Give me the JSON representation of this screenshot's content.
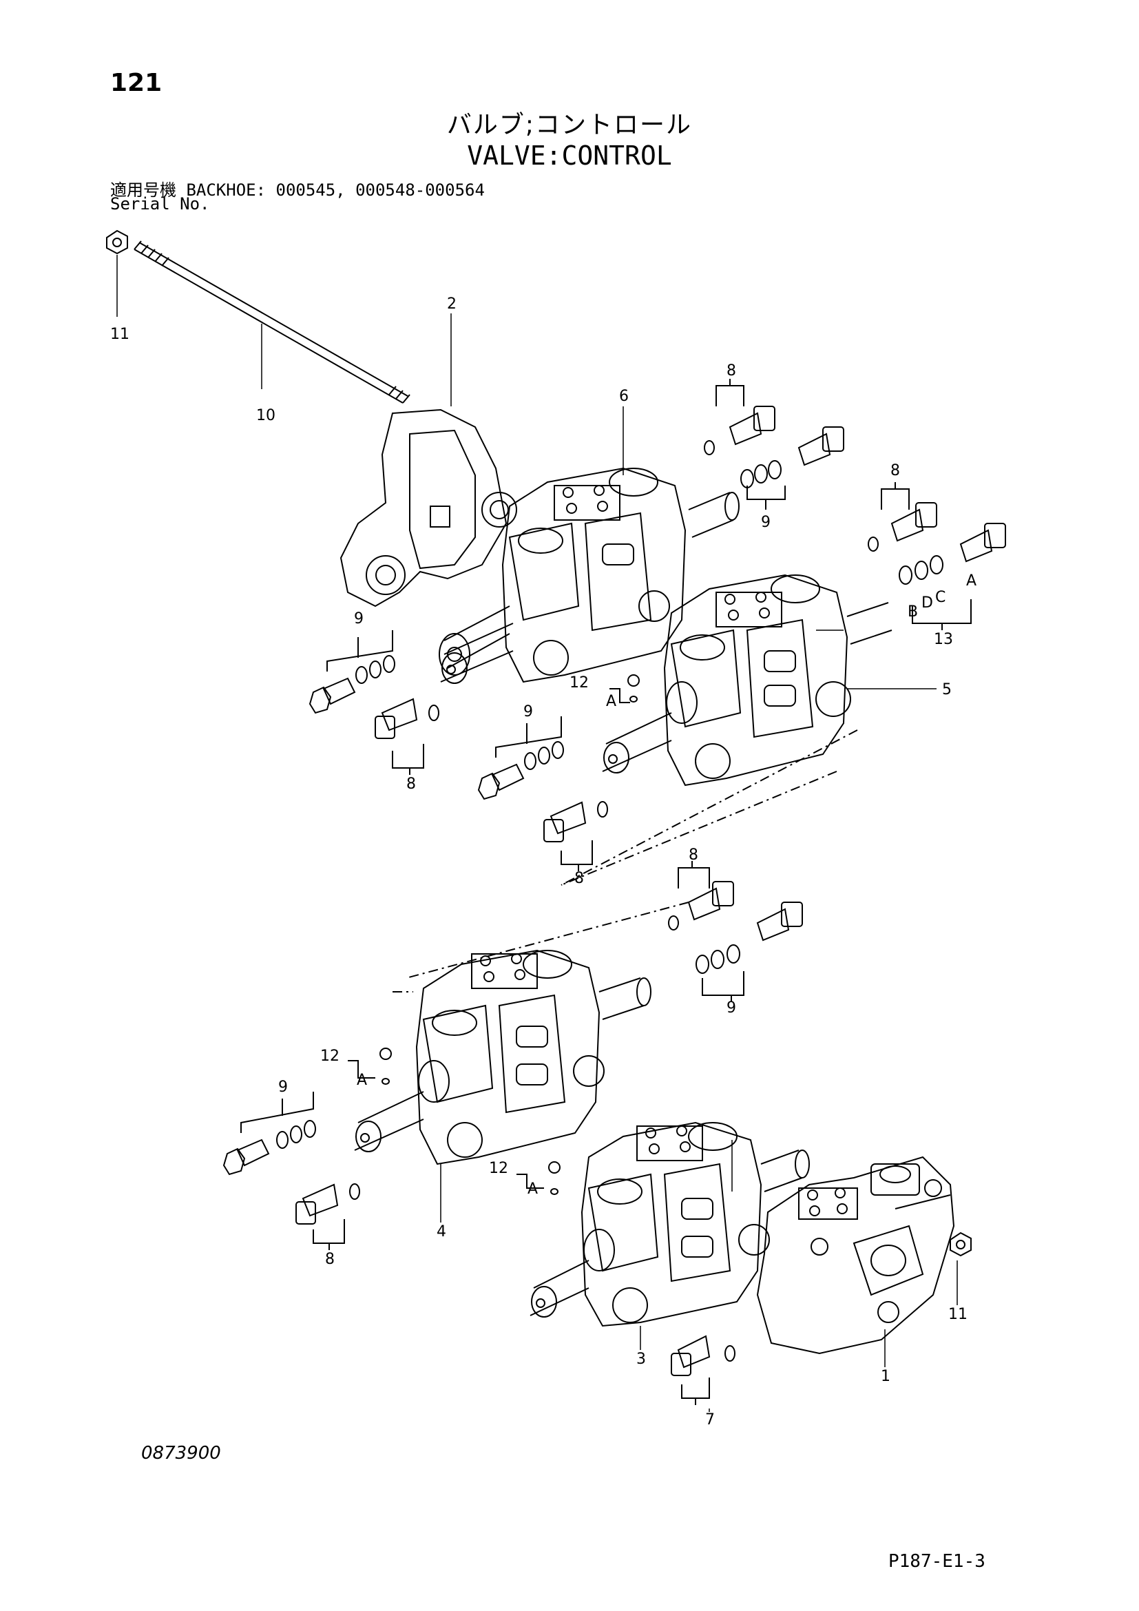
{
  "header": {
    "page_number": "121",
    "title_jp": "バルブ;コントロール",
    "title_en": "VALVE:CONTROL",
    "serial_line": "適用号機  BACKHOE: 000545, 000548-000564",
    "serial_label": "Serial No."
  },
  "callouts": [
    {
      "id": "c11a",
      "text": "11"
    },
    {
      "id": "c10",
      "text": "10"
    },
    {
      "id": "c2",
      "text": "2"
    },
    {
      "id": "c6",
      "text": "6"
    },
    {
      "id": "c8a",
      "text": "8"
    },
    {
      "id": "c9a",
      "text": "9"
    },
    {
      "id": "c8b",
      "text": "8"
    },
    {
      "id": "cA1",
      "text": "A"
    },
    {
      "id": "cB",
      "text": "B"
    },
    {
      "id": "cD",
      "text": "D"
    },
    {
      "id": "cC",
      "text": "C"
    },
    {
      "id": "c13",
      "text": "13"
    },
    {
      "id": "c9b",
      "text": "9"
    },
    {
      "id": "c12a",
      "text": "12"
    },
    {
      "id": "cA2",
      "text": "A"
    },
    {
      "id": "c5",
      "text": "5"
    },
    {
      "id": "c8c",
      "text": "8"
    },
    {
      "id": "c9c",
      "text": "9"
    },
    {
      "id": "c8d",
      "text": "8"
    },
    {
      "id": "c8e",
      "text": "8"
    },
    {
      "id": "c8f",
      "text": "8"
    },
    {
      "id": "c9d",
      "text": "9"
    },
    {
      "id": "c12b",
      "text": "12"
    },
    {
      "id": "cA3",
      "text": "A"
    },
    {
      "id": "c9e",
      "text": "9"
    },
    {
      "id": "c12c",
      "text": "12"
    },
    {
      "id": "cA4",
      "text": "A"
    },
    {
      "id": "c4",
      "text": "4"
    },
    {
      "id": "c8g",
      "text": "8"
    },
    {
      "id": "c11b",
      "text": "11"
    },
    {
      "id": "c3",
      "text": "3"
    },
    {
      "id": "c1",
      "text": "1"
    },
    {
      "id": "c7",
      "text": "7"
    }
  ],
  "footer": {
    "drawing_code": "0873900",
    "page_code": "P187-E1-3"
  }
}
